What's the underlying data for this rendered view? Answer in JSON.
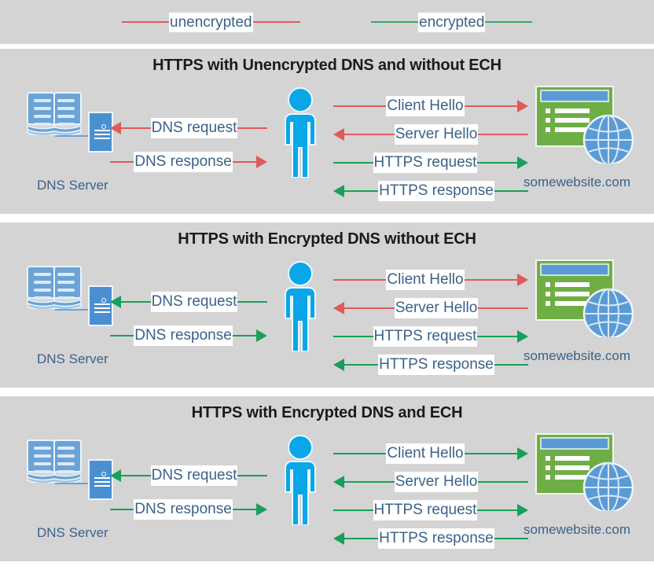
{
  "legend": {
    "items": [
      {
        "label": "unencrypted",
        "color": "#e05a5a",
        "name": "legend-unencrypted"
      },
      {
        "label": "encrypted",
        "color": "#3aa86b",
        "name": "legend-encrypted"
      }
    ]
  },
  "colors": {
    "panel_background": "#d4d4d4",
    "page_background": "#ffffff",
    "unencrypted": "#e05a5a",
    "encrypted": "#18a05a",
    "label_text": "#3b6289",
    "title_text": "#1a1a1a",
    "person": "#0aa6e8",
    "server_blue": "#4a90d0",
    "book_blue": "#6ba3d6",
    "website_green": "#6fae45",
    "website_titlebar": "#5b9bd5",
    "globe_blue": "#5b9bd5"
  },
  "icons": {
    "book": "book-icon",
    "server": "server-icon",
    "person": "person-icon",
    "browser": "browser-window-icon",
    "globe": "globe-icon"
  },
  "panels": [
    {
      "id": "panel-unencrypted-dns-no-ech",
      "title": "HTTPS with Unencrypted DNS and without ECH",
      "dns_label": "DNS Server",
      "site_label": "somewebsite.com",
      "dns_flows": [
        {
          "label": "DNS request",
          "direction": "left",
          "color": "#e05a5a"
        },
        {
          "label": "DNS response",
          "direction": "right",
          "color": "#e05a5a"
        }
      ],
      "site_flows": [
        {
          "label": "Client Hello",
          "direction": "right",
          "color": "#e05a5a"
        },
        {
          "label": "Server Hello",
          "direction": "left",
          "color": "#e05a5a"
        },
        {
          "label": "HTTPS request",
          "direction": "right",
          "color": "#18a05a"
        },
        {
          "label": "HTTPS response",
          "direction": "left",
          "color": "#18a05a"
        }
      ]
    },
    {
      "id": "panel-encrypted-dns-no-ech",
      "title": "HTTPS with Encrypted DNS without ECH",
      "dns_label": "DNS Server",
      "site_label": "somewebsite.com",
      "dns_flows": [
        {
          "label": "DNS request",
          "direction": "left",
          "color": "#18a05a"
        },
        {
          "label": "DNS response",
          "direction": "right",
          "color": "#18a05a"
        }
      ],
      "site_flows": [
        {
          "label": "Client Hello",
          "direction": "right",
          "color": "#e05a5a"
        },
        {
          "label": "Server Hello",
          "direction": "left",
          "color": "#e05a5a"
        },
        {
          "label": "HTTPS request",
          "direction": "right",
          "color": "#18a05a"
        },
        {
          "label": "HTTPS response",
          "direction": "left",
          "color": "#18a05a"
        }
      ]
    },
    {
      "id": "panel-encrypted-dns-and-ech",
      "title": "HTTPS with Encrypted DNS and ECH",
      "dns_label": "DNS Server",
      "site_label": "somewebsite.com",
      "dns_flows": [
        {
          "label": "DNS request",
          "direction": "left",
          "color": "#18a05a"
        },
        {
          "label": "DNS response",
          "direction": "right",
          "color": "#18a05a"
        }
      ],
      "site_flows": [
        {
          "label": "Client Hello",
          "direction": "right",
          "color": "#18a05a"
        },
        {
          "label": "Server Hello",
          "direction": "left",
          "color": "#18a05a"
        },
        {
          "label": "HTTPS request",
          "direction": "right",
          "color": "#18a05a"
        },
        {
          "label": "HTTPS response",
          "direction": "left",
          "color": "#18a05a"
        }
      ]
    }
  ]
}
